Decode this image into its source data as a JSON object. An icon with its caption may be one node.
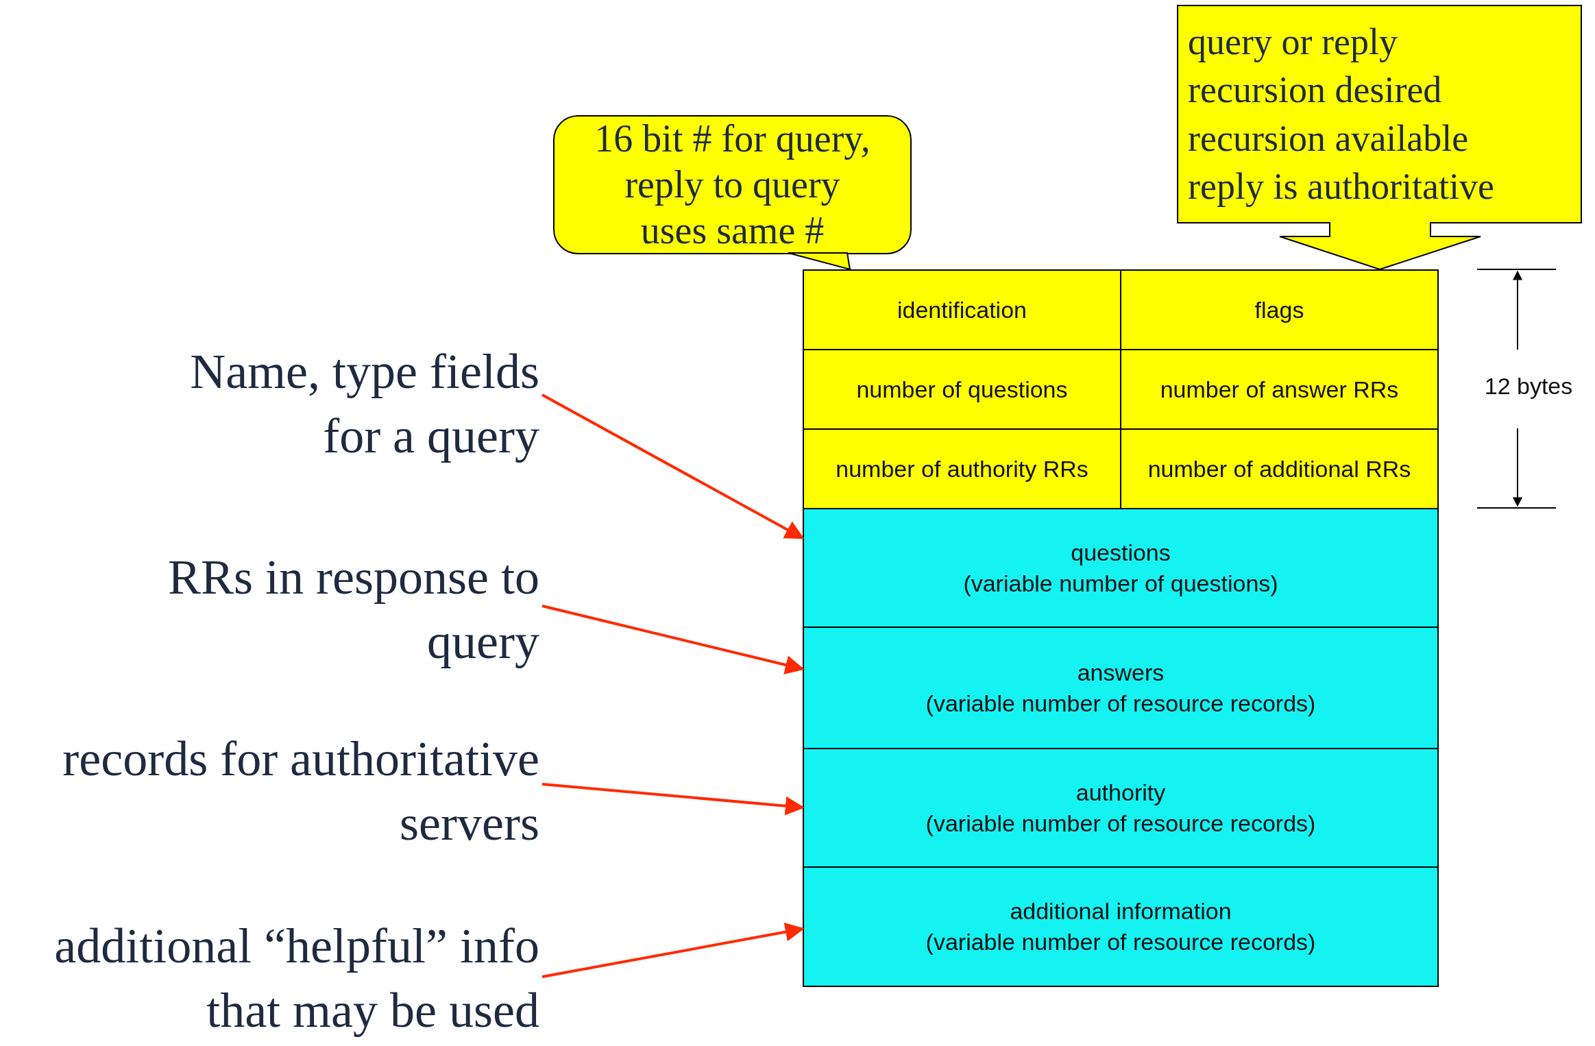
{
  "diagram": {
    "nodes": [
      {
        "text": [
          "16 bit # for query, reply to query uses same #"
        ]
      },
      {
        "text": [
          "query or reply",
          "recursion desired",
          "recursion available",
          "reply is authoritative"
        ]
      },
      {
        "text": [
          "identification"
        ]
      },
      {
        "text": [
          "flags"
        ]
      },
      {
        "text": [
          "number of questions"
        ]
      },
      {
        "text": [
          "number of answer RRs"
        ]
      },
      {
        "text": [
          "number of authority RRs"
        ]
      },
      {
        "text": [
          "number of additional RRs"
        ]
      },
      {
        "text": [
          "questions",
          "(variable number of questions)"
        ]
      },
      {
        "text": [
          "answers",
          "(variable number of resource records)"
        ]
      },
      {
        "text": [
          "authority",
          "(variable number of resource  records)"
        ]
      },
      {
        "text": [
          "additional information",
          "(variable number of resource records)"
        ]
      },
      {
        "text": [
          "Name, type fields for a query"
        ]
      },
      {
        "text": [
          "RRs in response to query"
        ]
      },
      {
        "text": [
          "records for authoritative servers"
        ]
      },
      {
        "text": [
          "additional “helpful” info that may be used"
        ]
      }
    ],
    "edges": [
      {
        "from": 0,
        "to": 2,
        "arrow": "none"
      },
      {
        "from": 1,
        "to": 3,
        "arrow": "to"
      },
      {
        "from": 12,
        "to": 8,
        "arrow": "to",
        "color": "#ff2a00"
      },
      {
        "from": 13,
        "to": 9,
        "arrow": "to",
        "color": "#ff2a00"
      },
      {
        "from": 14,
        "to": 10,
        "arrow": "to",
        "color": "#ff2a00"
      },
      {
        "from": 15,
        "to": 11,
        "arrow": "to",
        "color": "#ff2a00"
      }
    ],
    "labels": [
      "12 bytes"
    ]
  }
}
